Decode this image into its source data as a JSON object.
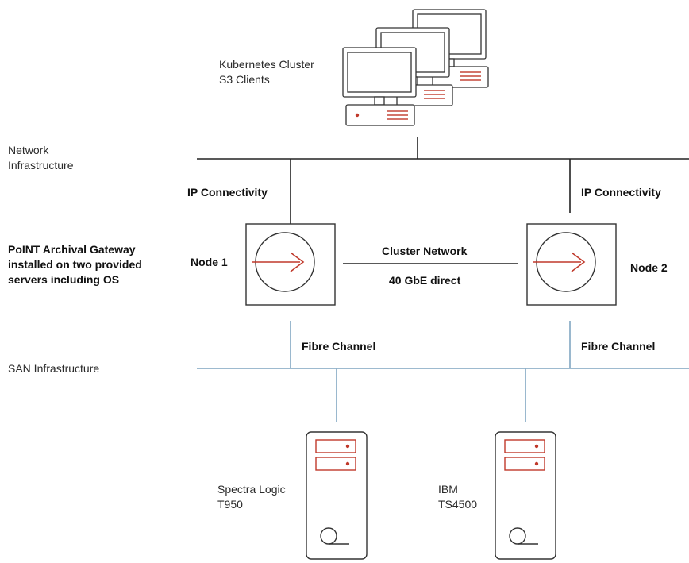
{
  "clients": {
    "label": "Kubernetes Cluster\nS3 Clients"
  },
  "network": {
    "label": "Network\nInfrastructure",
    "left_link_label": "IP Connectivity",
    "right_link_label": "IP Connectivity"
  },
  "gateway": {
    "description": "PoINT Archival Gateway\ninstalled on two provided\nservers including OS",
    "node1_label": "Node 1",
    "node2_label": "Node 2",
    "cluster_network_label": "Cluster Network",
    "cluster_speed_label": "40 GbE direct"
  },
  "san": {
    "label": "SAN Infrastructure",
    "left_link_label": "Fibre Channel",
    "right_link_label": "Fibre Channel"
  },
  "libraries": [
    {
      "label": "Spectra Logic\nT950"
    },
    {
      "label": "IBM\nTS4500"
    }
  ],
  "colors": {
    "line": "#222222",
    "san_line": "#8fb0c8",
    "accent": "#c0392b",
    "outline": "#333333"
  }
}
